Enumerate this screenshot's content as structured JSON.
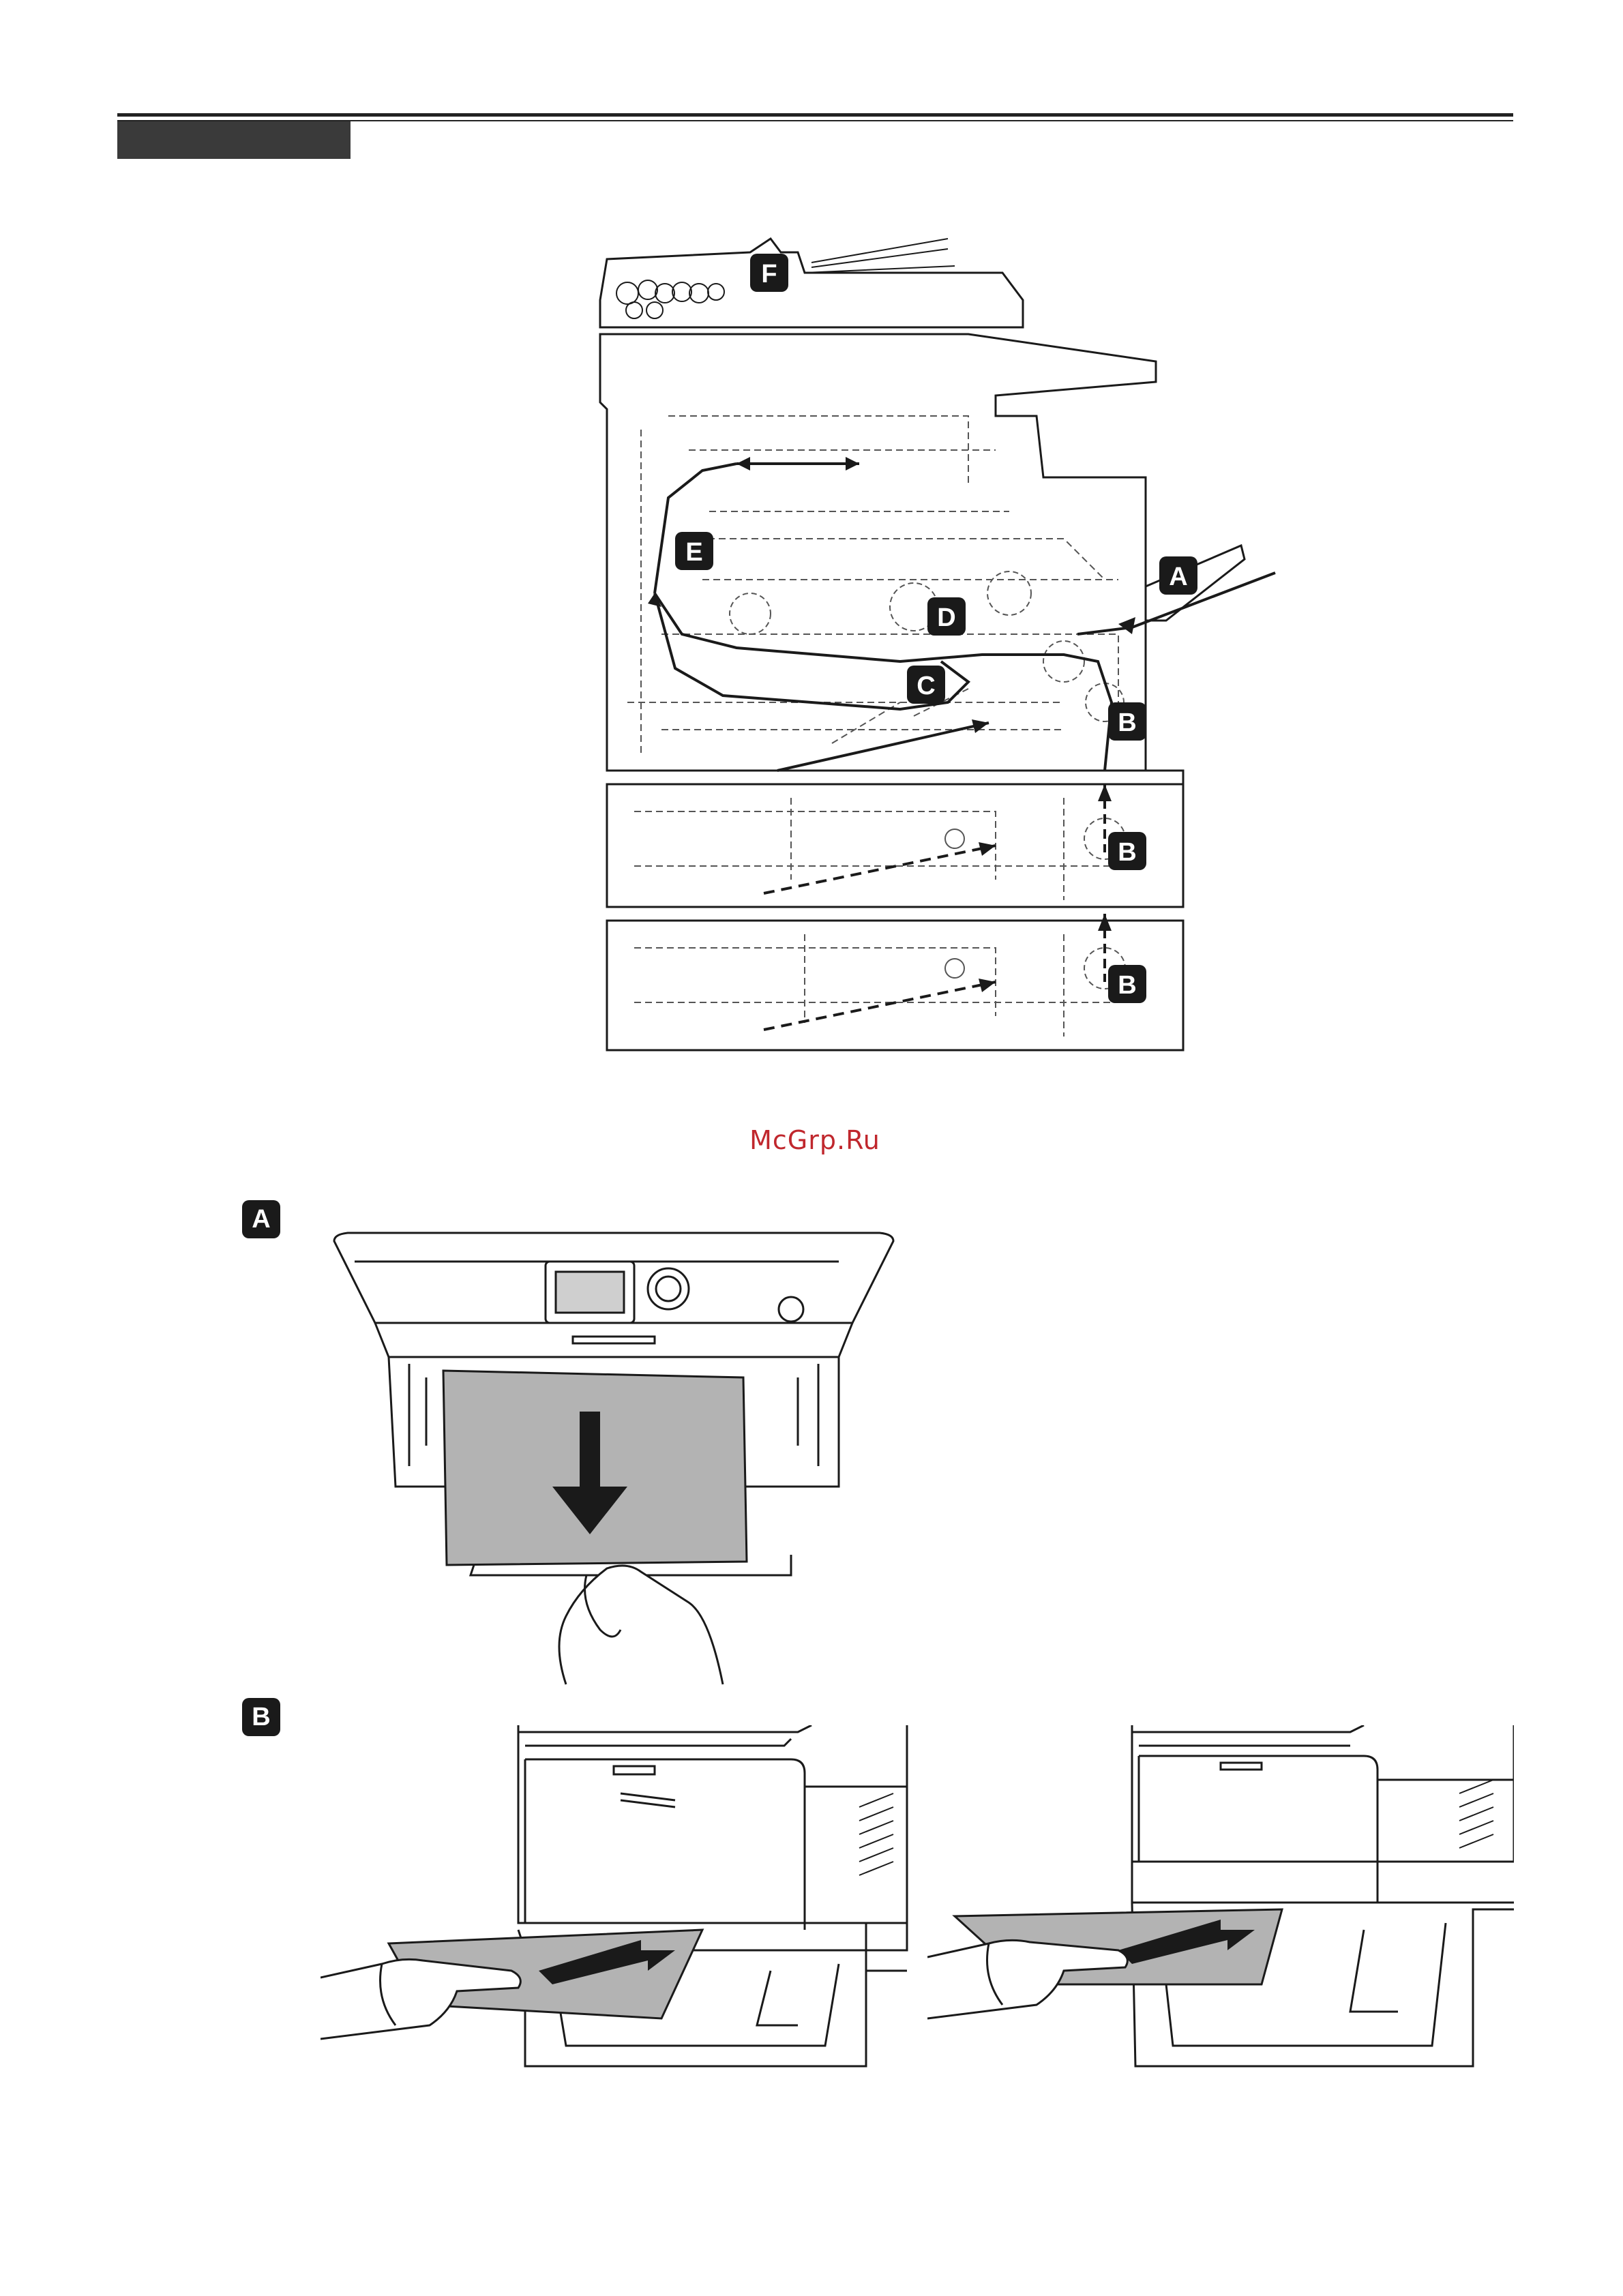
{
  "watermark": {
    "text": "McGrp.Ru",
    "color": "#c0272d"
  },
  "diagram": {
    "labels": {
      "a": "A",
      "b": "B",
      "c": "C",
      "d": "D",
      "e": "E",
      "f": "F"
    }
  },
  "sections": {
    "a": {
      "label": "A"
    },
    "b": {
      "label": "B"
    }
  },
  "colors": {
    "ink": "#1a1a1a",
    "paper_gray": "#b3b3b3",
    "header_tab": "#3a3a3a"
  }
}
